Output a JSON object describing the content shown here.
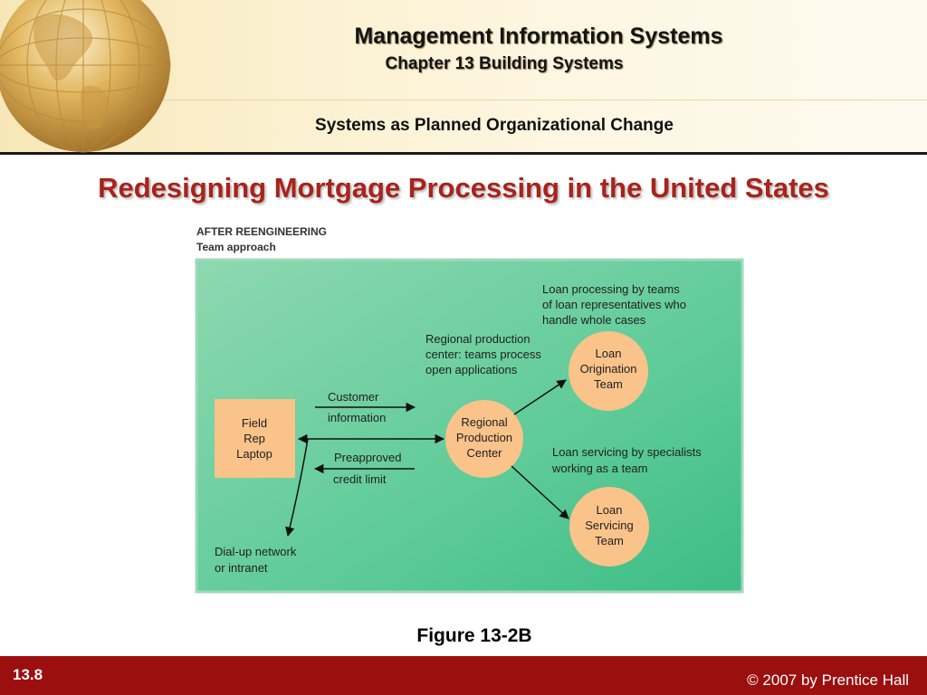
{
  "header": {
    "title": "Management Information Systems",
    "subtitle": "Chapter 13 Building Systems",
    "section": "Systems as Planned Organizational Change"
  },
  "slide": {
    "title": "Redesigning Mortgage Processing in the United States",
    "caption": "Figure 13-2B"
  },
  "diagram": {
    "heading1": "AFTER REENGINEERING",
    "heading2": "Team approach",
    "field_rep": [
      "Field",
      "Rep",
      "Laptop"
    ],
    "customer_info": [
      "Customer",
      "information"
    ],
    "preapproved": [
      "Preapproved",
      "credit limit"
    ],
    "regional_note": [
      "Regional production",
      "center: teams process",
      "open applications"
    ],
    "regional_center": [
      "Regional",
      "Production",
      "Center"
    ],
    "loan_processing_note": [
      "Loan processing by teams",
      "of loan representatives who",
      "handle whole cases"
    ],
    "loan_servicing_note": [
      "Loan servicing by specialists",
      "working as a team"
    ],
    "origination_team": [
      "Loan",
      "Origination",
      "Team"
    ],
    "servicing_team": [
      "Loan",
      "Servicing",
      "Team"
    ],
    "network": [
      "Dial-up network",
      "or intranet"
    ]
  },
  "footer": {
    "slide_number": "13.8",
    "copyright": "© 2007 by Prentice Hall"
  },
  "colors": {
    "title_red": "#a8231c",
    "footer_red": "#9c0f0f",
    "diagram_green": "#46c18c",
    "node_orange": "#f9c38a"
  }
}
